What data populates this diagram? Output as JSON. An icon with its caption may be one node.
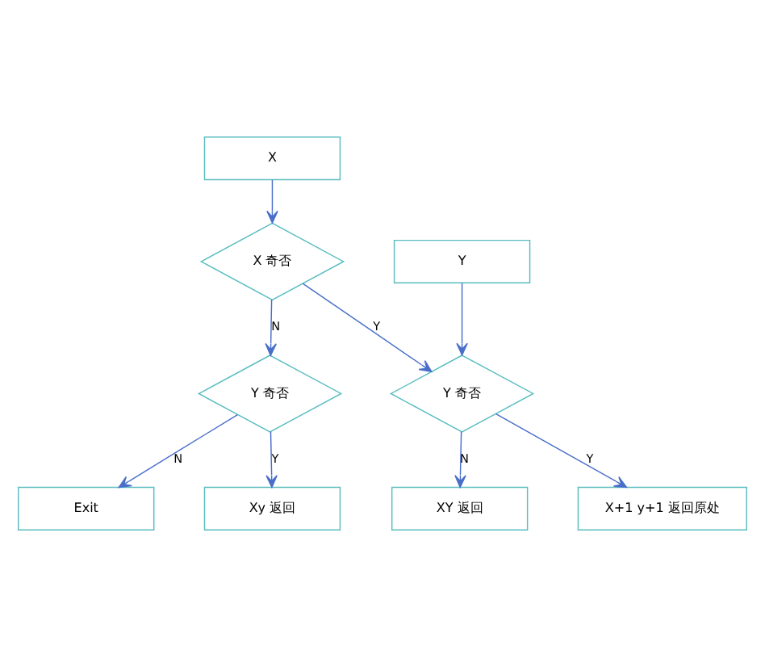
{
  "diagram": {
    "nodes": [
      {
        "text": [
          "X"
        ]
      },
      {
        "text": [
          "Y"
        ]
      },
      {
        "text": [
          "X 奇否"
        ]
      },
      {
        "text": [
          "Y 奇否"
        ]
      },
      {
        "text": [
          "XY 返回"
        ]
      },
      {
        "text": [
          "X+1 y+1 返回原处"
        ]
      },
      {
        "text": [
          "Y 奇否"
        ]
      },
      {
        "text": [
          "Exit"
        ]
      },
      {
        "text": [
          "Xy 返回"
        ]
      }
    ],
    "edges": [
      {
        "from": 0,
        "to": 2,
        "arrow": "to"
      },
      {
        "from": 1,
        "to": 3,
        "arrow": "to"
      },
      {
        "from": 2,
        "to": 3,
        "arrow": "to",
        "label": "Y"
      },
      {
        "from": 3,
        "to": 4,
        "arrow": "to",
        "label": "N"
      },
      {
        "from": 3,
        "to": 5,
        "arrow": "to",
        "label": "Y"
      },
      {
        "from": 2,
        "to": 6,
        "arrow": "to",
        "label": "N"
      },
      {
        "from": 6,
        "to": 7,
        "arrow": "to",
        "label": "N"
      },
      {
        "from": 6,
        "to": 8,
        "arrow": "to",
        "label": "Y"
      }
    ]
  }
}
